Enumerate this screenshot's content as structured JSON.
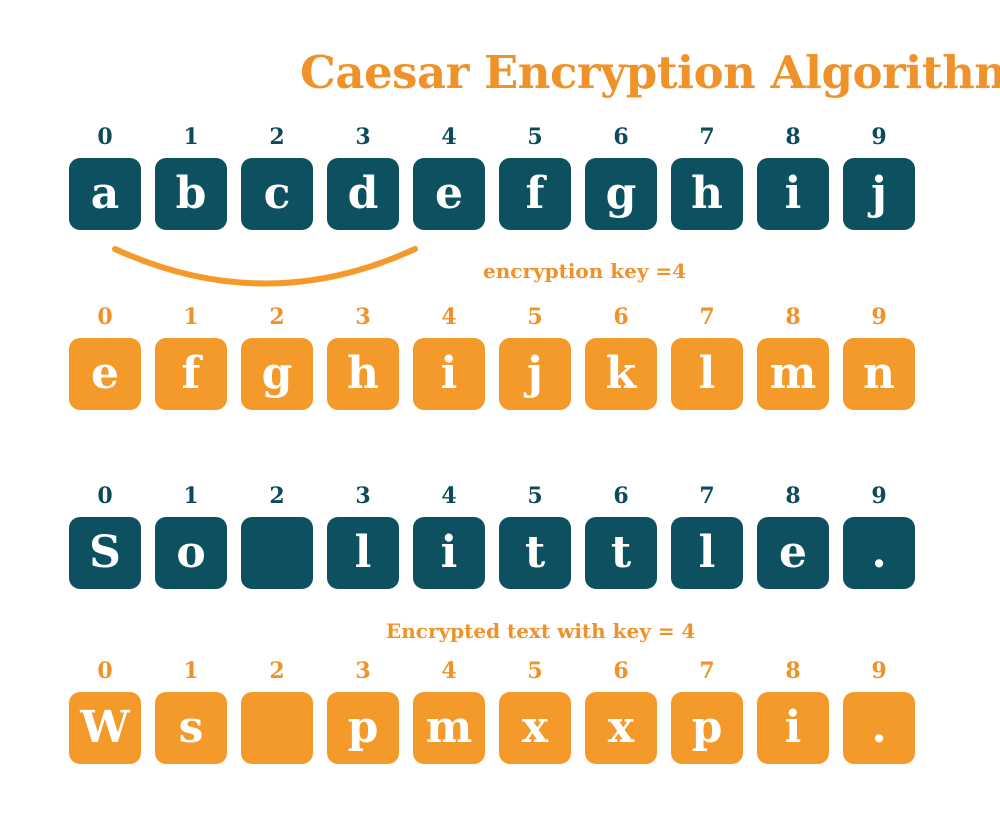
{
  "title": "Caesar Encryption Algorithm",
  "colors": {
    "teal": "#0d5060",
    "orange": "#f39a2b"
  },
  "key_caption": "encryption key =4",
  "text_caption": "Encrypted text with key = 4",
  "indices": [
    "0",
    "1",
    "2",
    "3",
    "4",
    "5",
    "6",
    "7",
    "8",
    "9"
  ],
  "alphabet_row": [
    "a",
    "b",
    "c",
    "d",
    "e",
    "f",
    "g",
    "h",
    "i",
    "j"
  ],
  "shifted_row": [
    "e",
    "f",
    "g",
    "h",
    "i",
    "j",
    "k",
    "l",
    "m",
    "n"
  ],
  "plaintext_row": [
    "S",
    "o",
    "",
    "l",
    "i",
    "t",
    "t",
    "l",
    "e",
    "."
  ],
  "ciphertext_row": [
    "W",
    "s",
    "",
    "p",
    "m",
    "x",
    "x",
    "p",
    "i",
    "."
  ]
}
